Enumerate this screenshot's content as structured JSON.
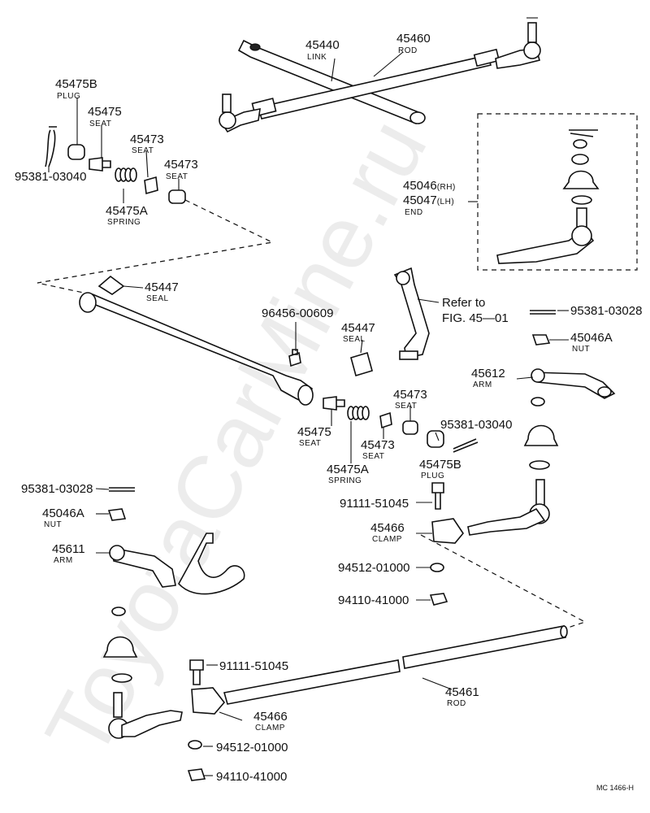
{
  "watermark": "ToyotaCarMine.ru",
  "diagram_code": "MC 1466-H",
  "labels": {
    "p45440": {
      "num": "45440",
      "sub": "LINK"
    },
    "p45460": {
      "num": "45460",
      "sub": "ROD"
    },
    "p45475B_top": {
      "num": "45475B",
      "sub": "PLUG"
    },
    "p45475_top": {
      "num": "45475",
      "sub": "SEAT"
    },
    "p45473_top_a": {
      "num": "45473",
      "sub": "SEAT"
    },
    "p45473_top_b": {
      "num": "45473",
      "sub": "SEAT"
    },
    "p95381_03040_top": {
      "num": "95381-03040"
    },
    "p45475A_top": {
      "num": "45475A",
      "sub": "SPRING"
    },
    "p45046": {
      "num": "45046",
      "num_suffix": "(RH)"
    },
    "p45047": {
      "num": "45047",
      "num_suffix": "(LH)",
      "sub": "END"
    },
    "p45447_left": {
      "num": "45447",
      "sub": "SEAL"
    },
    "refer": {
      "line1": "Refer to",
      "line2": "FIG. 45—01"
    },
    "p95381_03028_right": {
      "num": "95381-03028"
    },
    "p96456_00609": {
      "num": "96456-00609"
    },
    "p45447_mid": {
      "num": "45447",
      "sub": "SEAL"
    },
    "p45046A_right": {
      "num": "45046A",
      "sub": "NUT"
    },
    "p45612": {
      "num": "45612",
      "sub": "ARM"
    },
    "p45473_mid_a": {
      "num": "45473",
      "sub": "SEAT"
    },
    "p45475_mid": {
      "num": "45475",
      "sub": "SEAT"
    },
    "p45473_mid_b": {
      "num": "45473",
      "sub": "SEAT"
    },
    "p95381_03040_mid": {
      "num": "95381-03040"
    },
    "p45475A_mid": {
      "num": "45475A",
      "sub": "SPRING"
    },
    "p45475B_mid": {
      "num": "45475B",
      "sub": "PLUG"
    },
    "p95381_03028_left": {
      "num": "95381-03028"
    },
    "p91111_51045_mid": {
      "num": "91111-51045"
    },
    "p45046A_left": {
      "num": "45046A",
      "sub": "NUT"
    },
    "p45466_mid": {
      "num": "45466",
      "sub": "CLAMP"
    },
    "p45611": {
      "num": "45611",
      "sub": "ARM"
    },
    "p94512_01000_mid": {
      "num": "94512-01000"
    },
    "p94110_41000_mid": {
      "num": "94110-41000"
    },
    "p91111_51045_low": {
      "num": "91111-51045"
    },
    "p45461": {
      "num": "45461",
      "sub": "ROD"
    },
    "p45466_low": {
      "num": "45466",
      "sub": "CLAMP"
    },
    "p94512_01000_low": {
      "num": "94512-01000"
    },
    "p94110_41000_low": {
      "num": "94110-41000"
    }
  }
}
